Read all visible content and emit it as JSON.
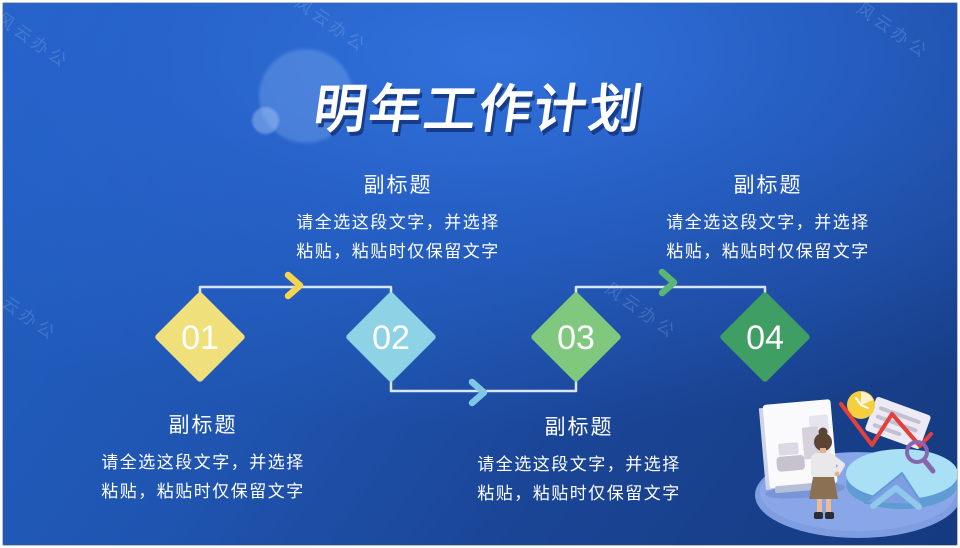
{
  "slide": {
    "title": "明年工作计划",
    "watermark_text": "风云办公"
  },
  "colors": {
    "step1": "#f0e07c",
    "step2": "#8ed2e6",
    "step3": "#7fc87d",
    "step4": "#3f9e64",
    "arrow1": "#f6d44e",
    "arrow2": "#7ec8e6",
    "arrow3": "#5cb574",
    "connector": "#d9e6f8",
    "number_text": "#ffffff"
  },
  "steps": [
    {
      "number": "01"
    },
    {
      "number": "02"
    },
    {
      "number": "03"
    },
    {
      "number": "04"
    }
  ],
  "blocks": [
    {
      "heading": "副标题",
      "line1": "请全选这段文字，并选择",
      "line2": "粘贴，粘贴时仅保留文字"
    },
    {
      "heading": "副标题",
      "line1": "请全选这段文字，并选择",
      "line2": "粘贴，粘贴时仅保留文字"
    },
    {
      "heading": "副标题",
      "line1": "请全选这段文字，并选择",
      "line2": "粘贴，粘贴时仅保留文字"
    },
    {
      "heading": "副标题",
      "line1": "请全选这段文字，并选择",
      "line2": "粘贴，粘贴时仅保留文字"
    }
  ]
}
